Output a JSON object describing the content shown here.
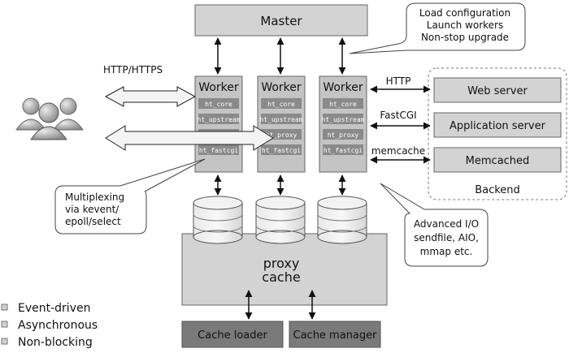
{
  "master": "Master",
  "callouts": {
    "top": [
      "Load configuration",
      "Launch workers",
      "Non-stop upgrade"
    ],
    "left": [
      "Multiplexing",
      "via kevent/",
      "epoll/select"
    ],
    "right": [
      "Advanced I/O",
      "sendfile, AIO,",
      "mmap etc."
    ]
  },
  "protocol_label": "HTTP/HTTPS",
  "worker_title": "Worker",
  "worker_modules": [
    "ht_core",
    "ht_upstream",
    "ht_proxy",
    "ht_fastcgi"
  ],
  "backend_links": [
    "HTTP",
    "FastCGI",
    "memcache"
  ],
  "backend": {
    "servers": [
      "Web server",
      "Application server",
      "Memcached"
    ],
    "title": "Backend"
  },
  "proxy_cache": [
    "proxy",
    "cache"
  ],
  "bottom_boxes": [
    "Cache loader",
    "Cache manager"
  ],
  "features": [
    "Event-driven",
    "Asynchronous",
    "Non-blocking"
  ]
}
